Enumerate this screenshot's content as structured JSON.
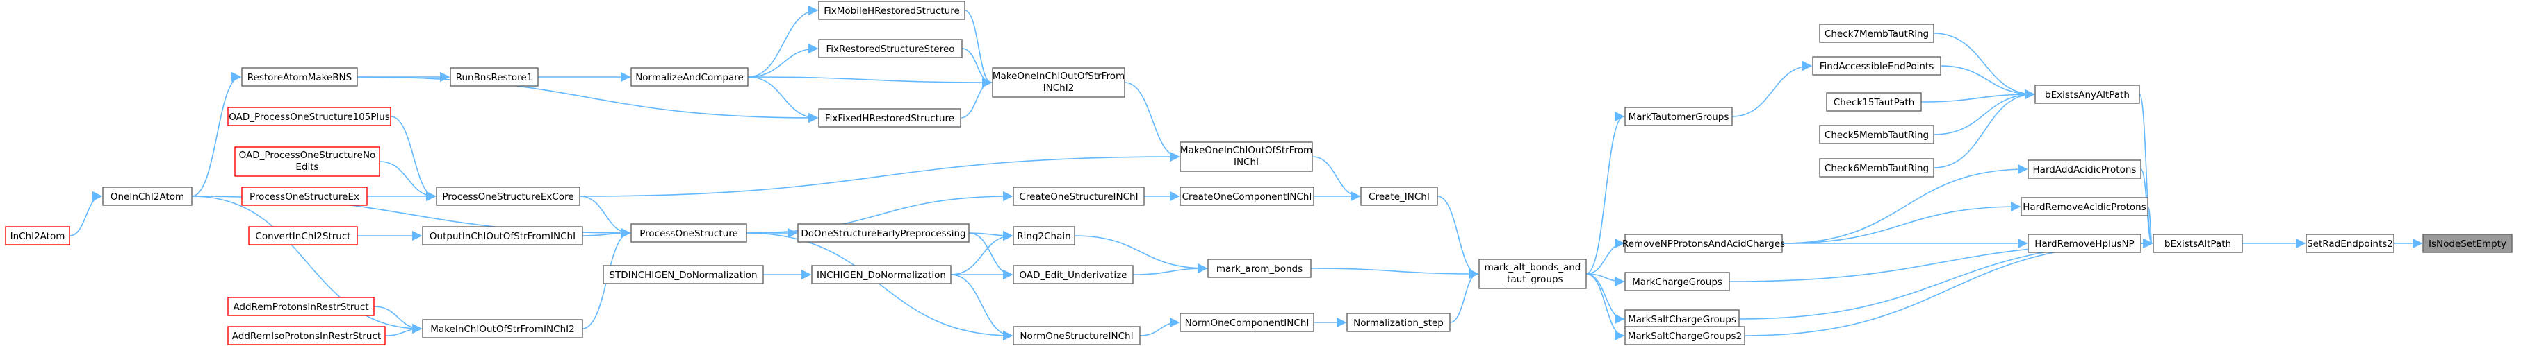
{
  "graph": {
    "title": "",
    "nodes": [
      {
        "id": "IsNodeSetEmpty",
        "label": "IsNodeSetEmpty",
        "style": "root"
      },
      {
        "id": "SetRadEndpoints2",
        "label": "SetRadEndpoints2",
        "style": "normal"
      },
      {
        "id": "bExistsAltPath",
        "label": "bExistsAltPath",
        "style": "normal"
      },
      {
        "id": "bExistsAnyAltPath",
        "label": "bExistsAnyAltPath",
        "style": "normal"
      },
      {
        "id": "HardAddAcidicProtons",
        "label": "HardAddAcidicProtons",
        "style": "normal"
      },
      {
        "id": "HardRemoveAcidicProtons",
        "label": "HardRemoveAcidicProtons",
        "style": "normal"
      },
      {
        "id": "HardRemoveHplusNP",
        "label": "HardRemoveHplusNP",
        "style": "normal"
      },
      {
        "id": "RemoveNPProtonsAndAcidCharges",
        "label": "RemoveNPProtonsAndAcidCharges",
        "style": "normal"
      },
      {
        "id": "MarkChargeGroups",
        "label": "MarkChargeGroups",
        "style": "normal"
      },
      {
        "id": "MarkSaltChargeGroups",
        "label": "MarkSaltChargeGroups",
        "style": "normal"
      },
      {
        "id": "MarkSaltChargeGroups2",
        "label": "MarkSaltChargeGroups2",
        "style": "normal"
      },
      {
        "id": "Check7MembTautRing",
        "label": "Check7MembTautRing",
        "style": "normal"
      },
      {
        "id": "FindAccessibleEndPoints",
        "label": "FindAccessibleEndPoints",
        "style": "normal"
      },
      {
        "id": "Check15TautPath",
        "label": "Check15TautPath",
        "style": "normal"
      },
      {
        "id": "Check5MembTautRing",
        "label": "Check5MembTautRing",
        "style": "normal"
      },
      {
        "id": "Check6MembTautRing",
        "label": "Check6MembTautRing",
        "style": "normal"
      },
      {
        "id": "MarkTautomerGroups",
        "label": "MarkTautomerGroups",
        "style": "normal"
      },
      {
        "id": "mark_alt_bonds",
        "label": "mark_alt_bonds_and\n_taut_groups",
        "style": "normal"
      },
      {
        "id": "Create_INChI",
        "label": "Create_INChI",
        "style": "normal"
      },
      {
        "id": "Normalization_step",
        "label": "Normalization_step",
        "style": "normal"
      },
      {
        "id": "mark_arom_bonds",
        "label": "mark_arom_bonds",
        "style": "normal"
      },
      {
        "id": "MakeOneInChIOutOfStrFromINChI",
        "label": "MakeOneInChIOutOfStrFrom\nINChI",
        "style": "normal"
      },
      {
        "id": "CreateOneComponentINChI",
        "label": "CreateOneComponentINChI",
        "style": "normal"
      },
      {
        "id": "NormOneComponentINChI",
        "label": "NormOneComponentINChI",
        "style": "normal"
      },
      {
        "id": "MakeOneInChIOutOfStrFromINChI2",
        "label": "MakeOneInChIOutOfStrFrom\nINChI2",
        "style": "normal"
      },
      {
        "id": "CreateOneStructureINChI",
        "label": "CreateOneStructureINChI",
        "style": "normal"
      },
      {
        "id": "Ring2Chain",
        "label": "Ring2Chain",
        "style": "normal"
      },
      {
        "id": "OAD_Edit_Underivatize",
        "label": "OAD_Edit_Underivatize",
        "style": "normal"
      },
      {
        "id": "NormOneStructureINChI",
        "label": "NormOneStructureINChI",
        "style": "normal"
      },
      {
        "id": "FixMobileHRestoredStructure",
        "label": "FixMobileHRestoredStructure",
        "style": "normal"
      },
      {
        "id": "FixRestoredStructureStereo",
        "label": "FixRestoredStructureStereo",
        "style": "normal"
      },
      {
        "id": "FixFixedHRestoredStructure",
        "label": "FixFixedHRestoredStructure",
        "style": "normal"
      },
      {
        "id": "NormalizeAndCompare",
        "label": "NormalizeAndCompare",
        "style": "normal"
      },
      {
        "id": "RunBnsRestore1",
        "label": "RunBnsRestore1",
        "style": "normal"
      },
      {
        "id": "RestoreAtomMakeBNS",
        "label": "RestoreAtomMakeBNS",
        "style": "normal"
      },
      {
        "id": "ProcessOneStructure",
        "label": "ProcessOneStructure",
        "style": "normal"
      },
      {
        "id": "DoOneStructureEarlyPreprocessing",
        "label": "DoOneStructureEarlyPreprocessing",
        "style": "normal"
      },
      {
        "id": "INCHIGEN_DoNormalization",
        "label": "INCHIGEN_DoNormalization",
        "style": "normal"
      },
      {
        "id": "STDINCHIGEN_DoNormalization",
        "label": "STDINCHIGEN_DoNormalization",
        "style": "normal"
      },
      {
        "id": "ProcessOneStructureExCore",
        "label": "ProcessOneStructureExCore",
        "style": "normal"
      },
      {
        "id": "OutputInChIOutOfStrFromINChI",
        "label": "OutputInChIOutOfStrFromINChI",
        "style": "normal"
      },
      {
        "id": "MakeInChIOutOfStrFromINChI2",
        "label": "MakeInChIOutOfStrFromINChI2",
        "style": "normal"
      },
      {
        "id": "OAD_ProcessOneStructure105Plus",
        "label": "OAD_ProcessOneStructure105Plus",
        "style": "red"
      },
      {
        "id": "OAD_ProcessOneStructureNoEdits",
        "label": "OAD_ProcessOneStructureNo\nEdits",
        "style": "red"
      },
      {
        "id": "ProcessOneStructureEx",
        "label": "ProcessOneStructureEx",
        "style": "red"
      },
      {
        "id": "ConvertInChI2Struct",
        "label": "ConvertInChI2Struct",
        "style": "red"
      },
      {
        "id": "AddRemProtonsInRestrStruct",
        "label": "AddRemProtonsInRestrStruct",
        "style": "red"
      },
      {
        "id": "AddRemIsoProtonsInRestrStruct",
        "label": "AddRemIsoProtonsInRestrStruct",
        "style": "red"
      },
      {
        "id": "OneInChI2Atom",
        "label": "OneInChI2Atom",
        "style": "normal"
      },
      {
        "id": "InChI2Atom",
        "label": "InChI2Atom",
        "style": "red"
      }
    ],
    "edges": [
      [
        "IsNodeSetEmpty",
        "SetRadEndpoints2"
      ],
      [
        "SetRadEndpoints2",
        "bExistsAltPath"
      ],
      [
        "bExistsAltPath",
        "bExistsAnyAltPath"
      ],
      [
        "bExistsAltPath",
        "HardAddAcidicProtons"
      ],
      [
        "bExistsAltPath",
        "HardRemoveAcidicProtons"
      ],
      [
        "bExistsAltPath",
        "HardRemoveHplusNP"
      ],
      [
        "bExistsAltPath",
        "MarkChargeGroups"
      ],
      [
        "bExistsAltPath",
        "MarkSaltChargeGroups"
      ],
      [
        "bExistsAltPath",
        "MarkSaltChargeGroups2"
      ],
      [
        "bExistsAnyAltPath",
        "Check7MembTautRing"
      ],
      [
        "bExistsAnyAltPath",
        "FindAccessibleEndPoints"
      ],
      [
        "bExistsAnyAltPath",
        "Check15TautPath"
      ],
      [
        "bExistsAnyAltPath",
        "Check5MembTautRing"
      ],
      [
        "bExistsAnyAltPath",
        "Check6MembTautRing"
      ],
      [
        "FindAccessibleEndPoints",
        "MarkTautomerGroups"
      ],
      [
        "HardAddAcidicProtons",
        "RemoveNPProtonsAndAcidCharges"
      ],
      [
        "HardRemoveAcidicProtons",
        "RemoveNPProtonsAndAcidCharges"
      ],
      [
        "HardRemoveHplusNP",
        "RemoveNPProtonsAndAcidCharges"
      ],
      [
        "RemoveNPProtonsAndAcidCharges",
        "mark_alt_bonds"
      ],
      [
        "MarkTautomerGroups",
        "mark_alt_bonds"
      ],
      [
        "MarkChargeGroups",
        "mark_alt_bonds"
      ],
      [
        "MarkSaltChargeGroups",
        "mark_alt_bonds"
      ],
      [
        "MarkSaltChargeGroups2",
        "mark_alt_bonds"
      ],
      [
        "mark_alt_bonds",
        "Create_INChI"
      ],
      [
        "mark_alt_bonds",
        "Normalization_step"
      ],
      [
        "mark_alt_bonds",
        "mark_arom_bonds"
      ],
      [
        "Create_INChI",
        "MakeOneInChIOutOfStrFromINChI"
      ],
      [
        "Create_INChI",
        "CreateOneComponentINChI"
      ],
      [
        "Normalization_step",
        "NormOneComponentINChI"
      ],
      [
        "mark_arom_bonds",
        "Ring2Chain"
      ],
      [
        "mark_arom_bonds",
        "OAD_Edit_Underivatize"
      ],
      [
        "MakeOneInChIOutOfStrFromINChI",
        "MakeOneInChIOutOfStrFromINChI2"
      ],
      [
        "MakeOneInChIOutOfStrFromINChI",
        "ProcessOneStructureExCore"
      ],
      [
        "CreateOneComponentINChI",
        "CreateOneStructureINChI"
      ],
      [
        "NormOneComponentINChI",
        "NormOneStructureINChI"
      ],
      [
        "MakeOneInChIOutOfStrFromINChI2",
        "FixMobileHRestoredStructure"
      ],
      [
        "MakeOneInChIOutOfStrFromINChI2",
        "FixRestoredStructureStereo"
      ],
      [
        "MakeOneInChIOutOfStrFromINChI2",
        "FixFixedHRestoredStructure"
      ],
      [
        "MakeOneInChIOutOfStrFromINChI2",
        "NormalizeAndCompare"
      ],
      [
        "FixMobileHRestoredStructure",
        "NormalizeAndCompare"
      ],
      [
        "FixRestoredStructureStereo",
        "NormalizeAndCompare"
      ],
      [
        "FixFixedHRestoredStructure",
        "NormalizeAndCompare"
      ],
      [
        "NormalizeAndCompare",
        "RunBnsRestore1"
      ],
      [
        "RunBnsRestore1",
        "RestoreAtomMakeBNS"
      ],
      [
        "FixFixedHRestoredStructure",
        "RestoreAtomMakeBNS"
      ],
      [
        "RestoreAtomMakeBNS",
        "OneInChI2Atom"
      ],
      [
        "OneInChI2Atom",
        "InChI2Atom"
      ],
      [
        "CreateOneStructureINChI",
        "ProcessOneStructure"
      ],
      [
        "Ring2Chain",
        "DoOneStructureEarlyPreprocessing"
      ],
      [
        "Ring2Chain",
        "INCHIGEN_DoNormalization"
      ],
      [
        "OAD_Edit_Underivatize",
        "DoOneStructureEarlyPreprocessing"
      ],
      [
        "OAD_Edit_Underivatize",
        "INCHIGEN_DoNormalization"
      ],
      [
        "NormOneStructureINChI",
        "INCHIGEN_DoNormalization"
      ],
      [
        "NormOneStructureINChI",
        "ProcessOneStructure"
      ],
      [
        "DoOneStructureEarlyPreprocessing",
        "ProcessOneStructure"
      ],
      [
        "INCHIGEN_DoNormalization",
        "STDINCHIGEN_DoNormalization"
      ],
      [
        "ProcessOneStructure",
        "ProcessOneStructureExCore"
      ],
      [
        "ProcessOneStructure",
        "OutputInChIOutOfStrFromINChI"
      ],
      [
        "ProcessOneStructure",
        "MakeInChIOutOfStrFromINChI2"
      ],
      [
        "ProcessOneStructureExCore",
        "OAD_ProcessOneStructure105Plus"
      ],
      [
        "ProcessOneStructureExCore",
        "OAD_ProcessOneStructureNoEdits"
      ],
      [
        "ProcessOneStructureExCore",
        "ProcessOneStructureEx"
      ],
      [
        "OutputInChIOutOfStrFromINChI",
        "ConvertInChI2Struct"
      ],
      [
        "MakeInChIOutOfStrFromINChI2",
        "OneInChI2Atom"
      ],
      [
        "MakeInChIOutOfStrFromINChI2",
        "AddRemProtonsInRestrStruct"
      ],
      [
        "MakeInChIOutOfStrFromINChI2",
        "AddRemIsoProtonsInRestrStruct"
      ],
      [
        "ProcessOneStructure",
        "OneInChI2Atom"
      ]
    ]
  }
}
